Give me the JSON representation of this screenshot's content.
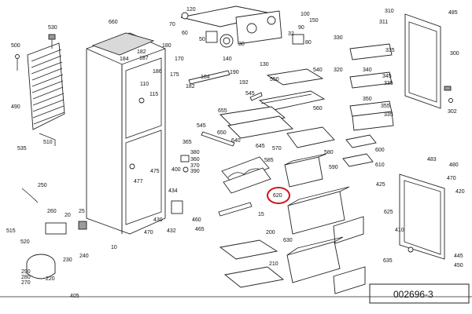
{
  "diagram": {
    "drawing_code": "002696-3",
    "highlight_color": "#d0141e",
    "highlighted_label": "620",
    "labels": {
      "120": "120",
      "70": "70",
      "60": "60",
      "50": "50",
      "30": "30",
      "32": "32",
      "100": "100",
      "150": "150",
      "90": "90",
      "80": "80",
      "310": "310",
      "311": "311",
      "485": "485",
      "530": "530",
      "660": "660",
      "182": "182",
      "184": "184",
      "187": "187",
      "180": "180",
      "170": "170",
      "186": "186",
      "175": "175",
      "184b": "184",
      "140": "140",
      "130": "130",
      "500": "500",
      "330": "330",
      "335": "335",
      "300": "300",
      "190": "190",
      "192": "192",
      "182b": "182",
      "540": "540",
      "550": "550",
      "545": "545",
      "560": "560",
      "655": "655",
      "110": "110",
      "115": "115",
      "320": "320",
      "340": "340",
      "345": "345",
      "350": "350",
      "355": "355",
      "335b": "335",
      "335c": "335",
      "490": "490",
      "650": "650",
      "640": "640",
      "645": "645",
      "545b": "545",
      "570": "570",
      "580": "580",
      "510": "510",
      "535": "535",
      "365": "365",
      "380": "380",
      "360": "360",
      "370": "370",
      "390": "390",
      "400": "400",
      "475": "475",
      "477": "477",
      "585": "585",
      "590": "590",
      "600": "600",
      "610": "610",
      "483": "483",
      "480": "480",
      "425": "425",
      "470b": "470",
      "434": "434",
      "620": "620",
      "250": "250",
      "260": "260",
      "25": "25",
      "20": "20",
      "430": "430",
      "460": "460",
      "432": "432",
      "465": "465",
      "470": "470",
      "15": "15",
      "625": "625",
      "410": "410",
      "515": "515",
      "520": "520",
      "240": "240",
      "230": "230",
      "10": "10",
      "200": "200",
      "630": "630",
      "635": "635",
      "445": "445",
      "450": "450",
      "290": "290",
      "280": "280",
      "270": "270",
      "220": "220",
      "210": "210",
      "405": "405",
      "130b": "130",
      "302": "302",
      "420": "420"
    }
  }
}
